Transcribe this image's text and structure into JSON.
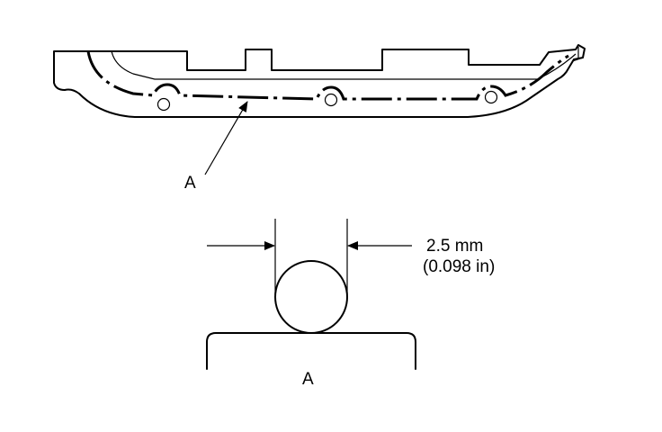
{
  "labels": {
    "callout_part": "A",
    "section_part": "A",
    "dimension_metric": "2.5 mm",
    "dimension_imperial": "(0.098 in)"
  },
  "colors": {
    "stroke": "#000000",
    "background": "#ffffff"
  }
}
